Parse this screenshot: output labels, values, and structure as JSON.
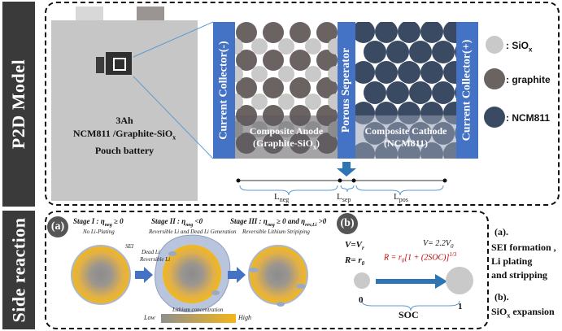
{
  "sidebar": {
    "top": "P2D Model",
    "bottom": "Side reaction"
  },
  "battery": {
    "line1": "3Ah",
    "line2": "NCM811 /Graphite-SiO",
    "line2_sub": "x",
    "line3": "Pouch battery"
  },
  "cell": {
    "left_collector": "Current Collector(-)",
    "right_collector": "Current Collector(+)",
    "separator": "Porous Seperator",
    "anode_line1": "Composite Anode",
    "anode_line2": "(Graphite-SiO",
    "anode_line2_sub": "x",
    "anode_line2_end": ")",
    "cathode_line1": "Composite Cathode",
    "cathode_line2": "(NCM811)"
  },
  "dims": {
    "neg": "L",
    "neg_sub": "neg",
    "sep": "L",
    "sep_sub": "sep",
    "pos": "L",
    "pos_sub": "pos"
  },
  "legend": {
    "siox": ": SiO",
    "siox_sub": "x",
    "graphite": ": graphite",
    "ncm": ": NCM811"
  },
  "side": {
    "a_badge": "(a)",
    "b_badge": "(b)",
    "stage1_title": "Stage I : η",
    "stage1_sub": "neg",
    "stage1_end": " ≥ 0",
    "stage1_desc": "No Li-Plating",
    "stage2_title": "Stage II : η",
    "stage2_sub": "neg",
    "stage2_end": " <0",
    "stage2_desc": "Reversible Li and Dead Li Generation",
    "stage3_title": "Stage III : η",
    "stage3_sub": "neg",
    "stage3_mid": " ≥ 0 and η",
    "stage3_sub2": "rev,Li",
    "stage3_end": " >0",
    "stage3_desc": "Reversible Lithium Stripiping",
    "sei_label": "SEI",
    "dead_li_label": "Dead Li",
    "rev_li_label": "Reversible Li",
    "conc_label": "Lithium concentration",
    "low": "Low",
    "high": "High",
    "b_v_left": "V=V",
    "b_v_left_sub": "r",
    "b_r_left": "R= r",
    "b_r_left_sub": "0",
    "b_v_right": "V= 2.2V",
    "b_v_right_sub": "0",
    "b_r_right": "R = r",
    "b_r_right_sub": "0",
    "b_r_right_end": "[1 + (2SOC)]",
    "b_r_right_sup": "1/3",
    "soc_zero": "0",
    "soc_one": "1",
    "soc_label": "SOC",
    "note_a": "(a).",
    "note_a1": "SEI formation ,",
    "note_a2": "Li plating",
    "note_a3": "and stripping",
    "note_b": "(b).",
    "note_b1": "SiO",
    "note_b1_sub": "x",
    "note_b1_end": " expansion"
  },
  "colors": {
    "sidebar": "#3a3a3a",
    "collector": "#4472c4",
    "graphite": "#6b6262",
    "siox": "#c9c9c9",
    "ncm": "#3b4a63",
    "pouch": "#c6c6c6",
    "accent_red": "#c00000"
  }
}
